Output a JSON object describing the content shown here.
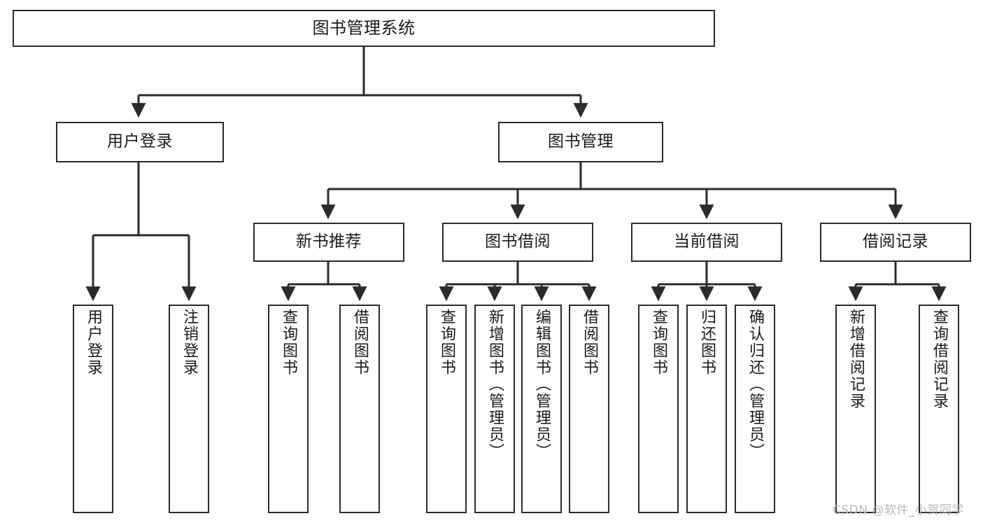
{
  "diagram": {
    "title": "图书管理系统",
    "type": "功能结构图",
    "watermark": "CSDN @软件_小贺同学",
    "colors": {
      "box_border": "#2b2b2b",
      "box_fill": "#ffffff",
      "edge": "#2b2b2b",
      "text": "#1a1a1a",
      "watermark": "#b9b9b9",
      "background": "#ffffff"
    },
    "nodes": {
      "root": {
        "label": "图书管理系统"
      },
      "level2": [
        {
          "id": "user-login",
          "label": "用户登录"
        },
        {
          "id": "book-manage",
          "label": "图书管理"
        }
      ],
      "level3": [
        {
          "id": "new-book-recommend",
          "label": "新书推荐"
        },
        {
          "id": "book-borrow",
          "label": "图书借阅"
        },
        {
          "id": "current-borrow",
          "label": "当前借阅"
        },
        {
          "id": "borrow-record",
          "label": "借阅记录"
        }
      ],
      "leaves": {
        "user-login": [
          {
            "id": "leaf-user-login",
            "label": "用户登录"
          },
          {
            "id": "leaf-user-logout",
            "label": "注销登录"
          }
        ],
        "new-book-recommend": [
          {
            "id": "leaf-query-book-1",
            "label": "查询图书"
          },
          {
            "id": "leaf-borrow-book-1",
            "label": "借阅图书"
          }
        ],
        "book-borrow": [
          {
            "id": "leaf-query-book-2",
            "label": "查询图书"
          },
          {
            "id": "leaf-add-book",
            "label": "新增图书（管理员）"
          },
          {
            "id": "leaf-edit-book",
            "label": "编辑图书（管理员）"
          },
          {
            "id": "leaf-borrow-book-2",
            "label": "借阅图书"
          }
        ],
        "current-borrow": [
          {
            "id": "leaf-query-book-3",
            "label": "查询图书"
          },
          {
            "id": "leaf-return-book",
            "label": "归还图书"
          },
          {
            "id": "leaf-confirm-return",
            "label": "确认归还（管理员）"
          }
        ],
        "borrow-record": [
          {
            "id": "leaf-add-record",
            "label": "新增借阅记录"
          },
          {
            "id": "leaf-query-record",
            "label": "查询借阅记录"
          }
        ]
      }
    }
  }
}
